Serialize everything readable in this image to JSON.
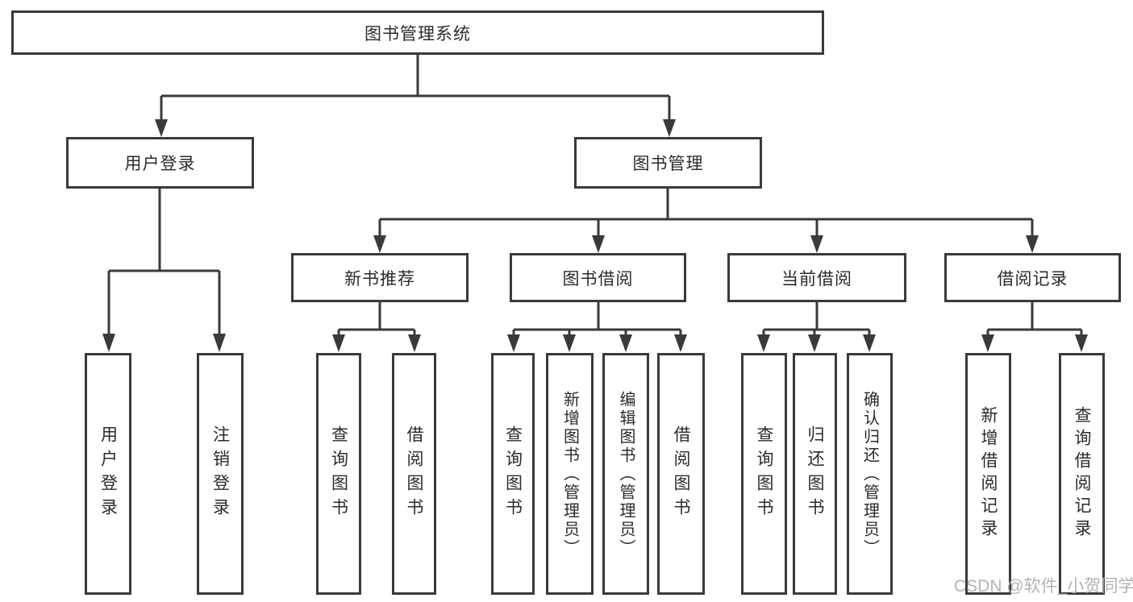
{
  "tree": {
    "label": "图书管理系统",
    "children": [
      {
        "label": "用户登录",
        "children": [
          {
            "label": "用户登录"
          },
          {
            "label": "注销登录"
          }
        ]
      },
      {
        "label": "图书管理",
        "children": [
          {
            "label": "新书推荐",
            "children": [
              {
                "label": "查询图书"
              },
              {
                "label": "借阅图书"
              }
            ]
          },
          {
            "label": "图书借阅",
            "children": [
              {
                "label": "查询图书"
              },
              {
                "label": "新增图书（管理员）"
              },
              {
                "label": "编辑图书（管理员）"
              },
              {
                "label": "借阅图书"
              }
            ]
          },
          {
            "label": "当前借阅",
            "children": [
              {
                "label": "查询图书"
              },
              {
                "label": "归还图书"
              },
              {
                "label": "确认归还（管理员）"
              }
            ]
          },
          {
            "label": "借阅记录",
            "children": [
              {
                "label": "新增借阅记录"
              },
              {
                "label": "查询借阅记录"
              }
            ]
          }
        ]
      }
    ]
  },
  "watermark": {
    "text": "CSDN @软件_小贺同学"
  },
  "colors": {
    "line": "#3a3a3a",
    "text": "#2b2b2b",
    "watermark": "#b3b3b3",
    "background": "#ffffff"
  }
}
